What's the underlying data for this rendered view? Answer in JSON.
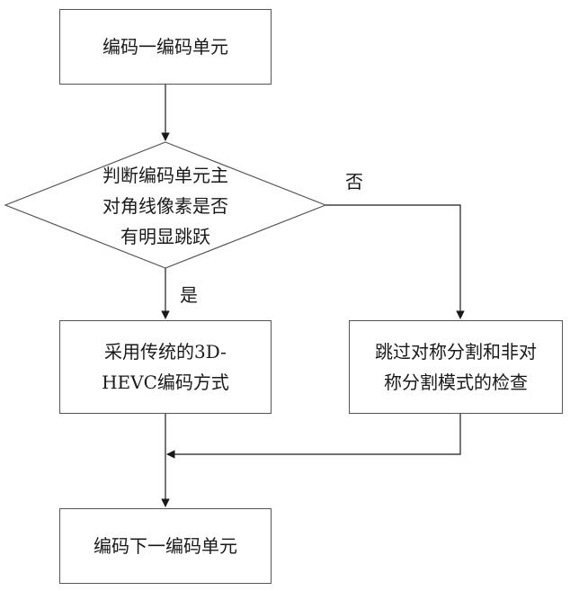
{
  "nodes": {
    "start": {
      "text": "编码一编码单元"
    },
    "decision": {
      "line1": "判断编码单元主",
      "line2": "对角线像素是否",
      "line3": "有明显跳跃"
    },
    "yes_process": {
      "line1": "采用传统的3D-",
      "line2": "HEVC编码方式"
    },
    "no_process": {
      "line1": "跳过对称分割和非对",
      "line2": "称分割模式的检查"
    },
    "end": {
      "text": "编码下一编码单元"
    }
  },
  "edges": {
    "yes_label": "是",
    "no_label": "否"
  },
  "colors": {
    "stroke": "#555555",
    "text": "#1a1a1a"
  }
}
